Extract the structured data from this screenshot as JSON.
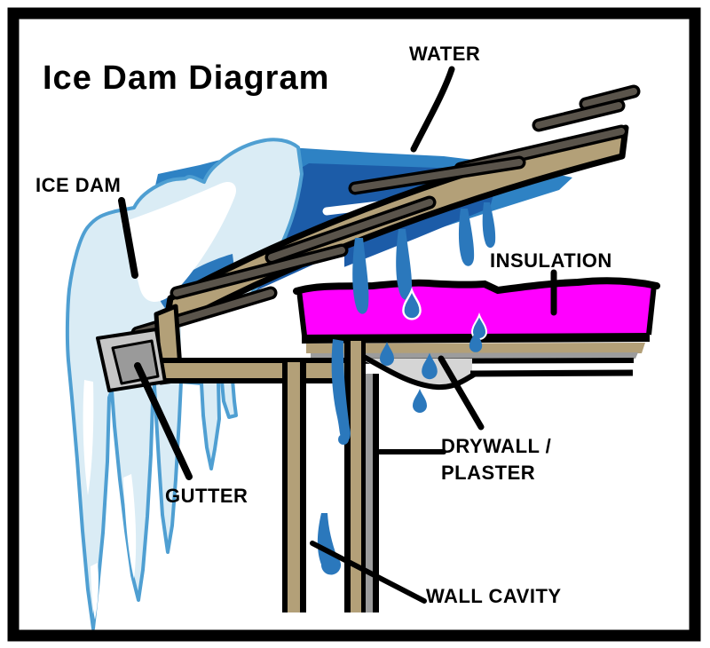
{
  "title": "Ice Dam Diagram",
  "labels": {
    "water": "WATER",
    "ice_dam": "ICE DAM",
    "insulation": "INSULATION",
    "gutter": "GUTTER",
    "drywall_line1": "DRYWALL /",
    "drywall_line2": "PLASTER",
    "wall_cavity": "WALL CAVITY"
  },
  "colors": {
    "background": "#ffffff",
    "outline": "#000000",
    "insulation_pink": "#ff00ff",
    "wood_tan": "#b3a078",
    "shingle_gray": "#5a544b",
    "water_blue": "#2e82c4",
    "water_dark_blue": "#1c5ca8",
    "ice_fill": "#daecf5",
    "ice_outline": "#4f9fd2",
    "drip_blue": "#2b78bc",
    "gutter_light": "#c6c6c6",
    "gutter_dark": "#9a9a9a",
    "drywall_gray": "#9c9c9c"
  }
}
